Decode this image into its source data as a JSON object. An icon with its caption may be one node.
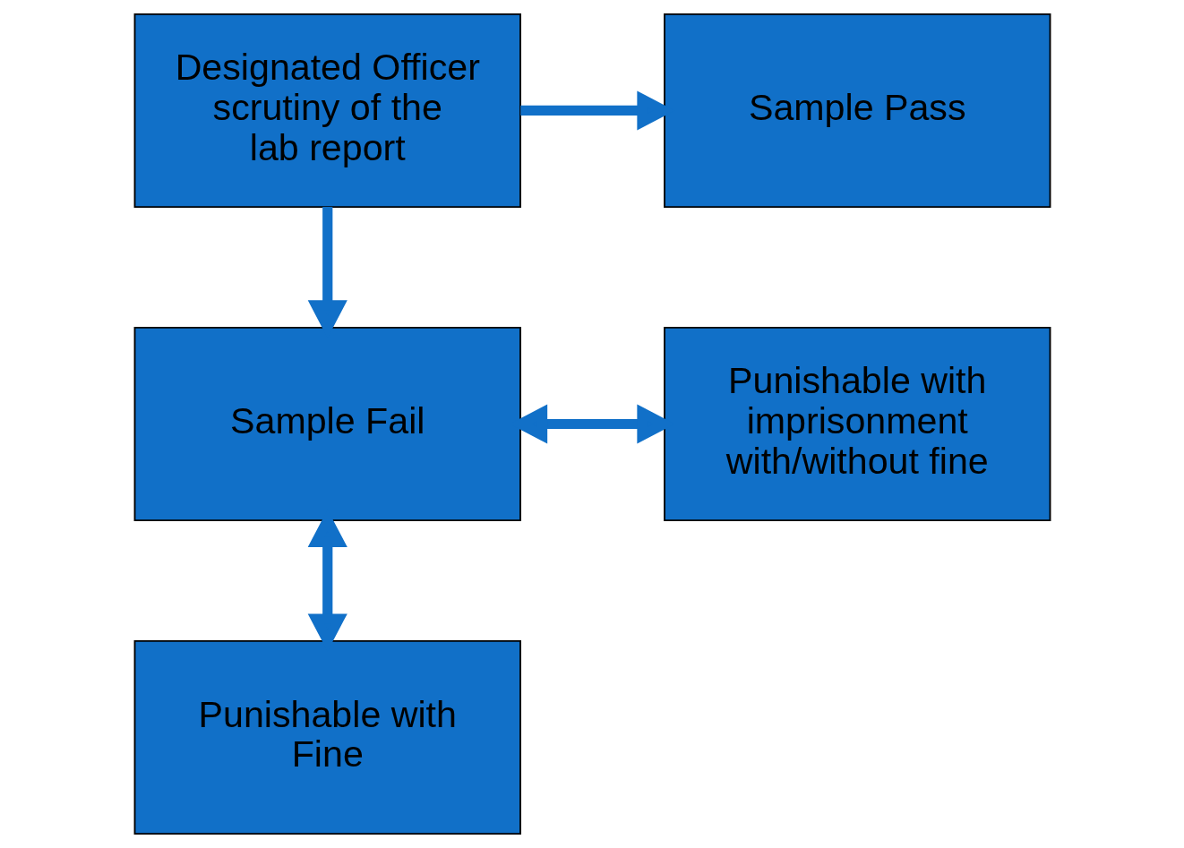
{
  "diagram": {
    "nodes": [
      {
        "text": [
          "Designated Officer scrutiny of the lab report"
        ]
      },
      {
        "text": [
          "Sample Pass"
        ]
      },
      {
        "text": [
          "Sample Fail"
        ]
      },
      {
        "text": [
          "Punishable with imprisonment with/without fine"
        ]
      },
      {
        "text": [
          "Punishable with Fine"
        ]
      }
    ],
    "edges": [
      {
        "from": 0,
        "to": 1,
        "arrow": "to"
      },
      {
        "from": 0,
        "to": 2,
        "arrow": "to"
      },
      {
        "from": 2,
        "to": 3,
        "arrow": "both"
      },
      {
        "from": 2,
        "to": 4,
        "arrow": "both"
      }
    ]
  }
}
